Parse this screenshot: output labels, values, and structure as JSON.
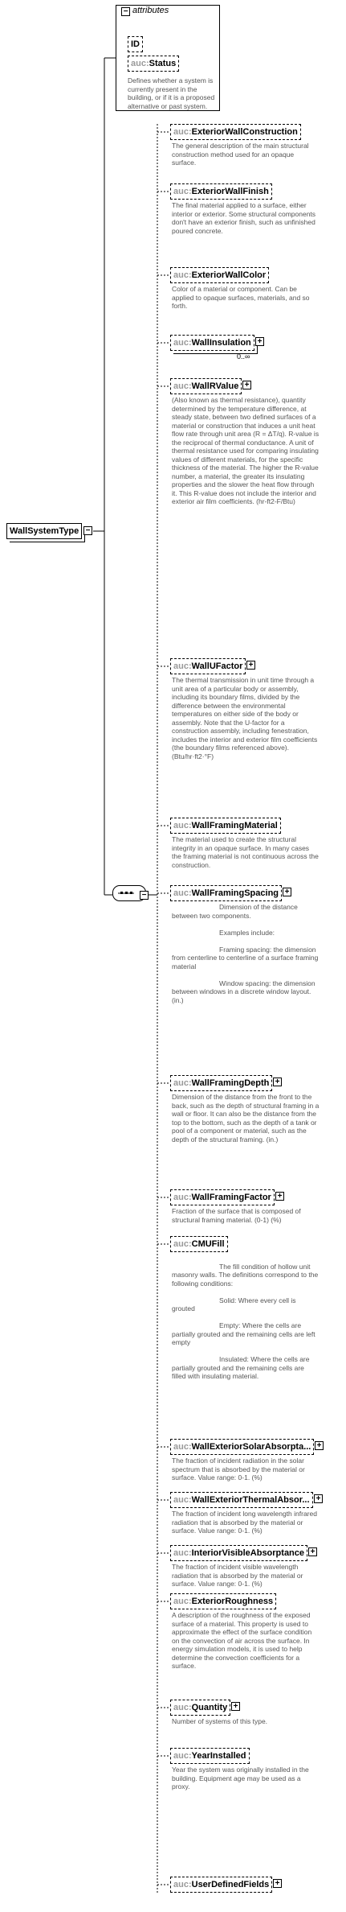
{
  "root": {
    "name": "WallSystemType"
  },
  "attributes": {
    "header": "attributes",
    "items": [
      {
        "name": "ID",
        "ns": "",
        "desc": ""
      },
      {
        "name": "Status",
        "ns": "auc:",
        "desc": "Defines whether a system is currently present in the building, or if it is a proposed alternative or past system."
      }
    ]
  },
  "elements": [
    {
      "ns": "auc:",
      "name": "ExteriorWallConstruction",
      "desc": "The general description of the main structural construction method used for an opaque surface."
    },
    {
      "ns": "auc:",
      "name": "ExteriorWallFinish",
      "desc": "The final material applied to a surface, either interior or exterior. Some structural components don't have an exterior finish, such as unfinished poured concrete."
    },
    {
      "ns": "auc:",
      "name": "ExteriorWallColor",
      "desc": "Color of a material or component. Can be applied to opaque surfaces, materials, and so forth."
    },
    {
      "ns": "auc:",
      "name": "WallInsulation",
      "desc": "",
      "occurs": "0..∞"
    },
    {
      "ns": "auc:",
      "name": "WallRValue",
      "desc": "(Also known as thermal resistance), quantity determined by the temperature difference, at steady state, between two defined surfaces of a material or construction that induces a unit heat flow rate through unit area (R = ΔT/q). R-value is the reciprocal of thermal conductance. A unit of thermal resistance used for comparing insulating values of different materials, for the specific thickness of the material. The higher the R-value number, a material, the greater its insulating properties and the slower the heat flow through it. This R-value does not include the interior and exterior air film coefficients. (hr-ft2-F/Btu)"
    },
    {
      "ns": "auc:",
      "name": "WallUFactor",
      "desc": "The thermal transmission in unit time through a unit area of a particular body or assembly, including its boundary films, divided by the difference between the environmental temperatures on either side of the body or assembly. Note that the U-factor for a construction assembly, including fenestration, includes the interior and exterior film coefficients (the boundary films referenced above). (Btu/hr·ft2·°F)"
    },
    {
      "ns": "auc:",
      "name": "WallFramingMaterial",
      "desc": "The material used to create the structural integrity in an opaque surface. In many cases the framing material is not continuous across the construction."
    },
    {
      "ns": "auc:",
      "name": "WallFramingSpacing",
      "desc": "                         Dimension of the distance between two components.\n\n                         Examples include:\n\n                         Framing spacing: the dimension from centerline to centerline of a surface framing material\n\n                         Window spacing: the dimension between windows in a discrete window layout. (in.)"
    },
    {
      "ns": "auc:",
      "name": "WallFramingDepth",
      "desc": "Dimension of the distance from the front to the back, such as the depth of structural framing in a wall or floor. It can also be the distance from the top to the bottom, such as the depth of a tank or pool of a component or material, such as the depth of the structural framing. (in.)"
    },
    {
      "ns": "auc:",
      "name": "WallFramingFactor",
      "desc": "Fraction of the surface that is composed of structural framing material. (0-1) (%)"
    },
    {
      "ns": "auc:",
      "name": "CMUFill",
      "desc": "\n                         The fill condition of hollow unit masonry walls. The definitions correspond to the following conditions:\n\n                         Solid: Where every cell is grouted\n\n                         Empty: Where the cells are partially grouted and the remaining cells are left empty\n\n                         Insulated: Where the cells are partially grouted and the remaining cells are filled with insulating material."
    },
    {
      "ns": "auc:",
      "name": "WallExteriorSolarAbsorpta...",
      "desc": "The fraction of incident radiation in the solar spectrum that is absorbed by the material or surface. Value range: 0-1. (%)"
    },
    {
      "ns": "auc:",
      "name": "WallExteriorThermalAbsor...",
      "desc": "The fraction of incident long wavelength infrared radiation that is absorbed by the material or surface. Value range: 0-1. (%)"
    },
    {
      "ns": "auc:",
      "name": "InteriorVisibleAbsorptance",
      "desc": "The fraction of incident visible wavelength radiation that is absorbed by the material or surface. Value range: 0-1. (%)"
    },
    {
      "ns": "auc:",
      "name": "ExteriorRoughness",
      "desc": "A description of the roughness of the exposed surface of a material. This property is used to approximate the effect of the surface condition on the convection of air across the surface. In energy simulation models, it is used to help determine the convection coefficients for a surface."
    },
    {
      "ns": "auc:",
      "name": "Quantity",
      "desc": "Number of systems of this type."
    },
    {
      "ns": "auc:",
      "name": "YearInstalled",
      "desc": "Year the system was originally installed in the building. Equipment age may be used as a proxy."
    },
    {
      "ns": "auc:",
      "name": "UserDefinedFields",
      "desc": ""
    }
  ]
}
